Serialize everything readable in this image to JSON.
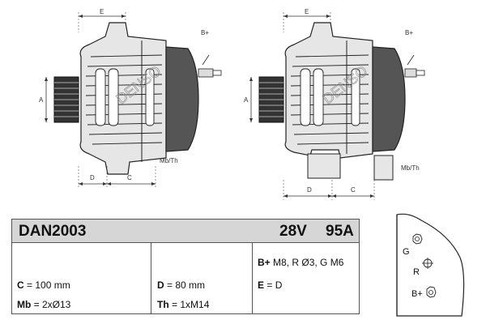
{
  "part_number": "DAN2003",
  "voltage": "28V",
  "current": "95A",
  "specs": {
    "c_key": "C",
    "c_val": " = 100 mm",
    "mb_key": "Mb",
    "mb_val": " = 2xØ13",
    "d_key": "D",
    "d_val": " = 80 mm",
    "th_key": "Th",
    "th_val": " = 1xM14",
    "bplus_key": "B+",
    "bplus_val": " M8, R Ø3, G M6",
    "e_key": "E",
    "e_val": " = D"
  },
  "dims": {
    "e": "E",
    "b_plus": "B+",
    "a": "A",
    "d": "D",
    "c": "C",
    "mb_th": "Mb/Th"
  },
  "brand_watermark": "DENSO",
  "terminals": {
    "g": "G",
    "r": "R",
    "b_plus": "B+"
  },
  "colors": {
    "header_bg": "#d6d6d6",
    "line": "#555555",
    "body_dark": "#555555"
  }
}
